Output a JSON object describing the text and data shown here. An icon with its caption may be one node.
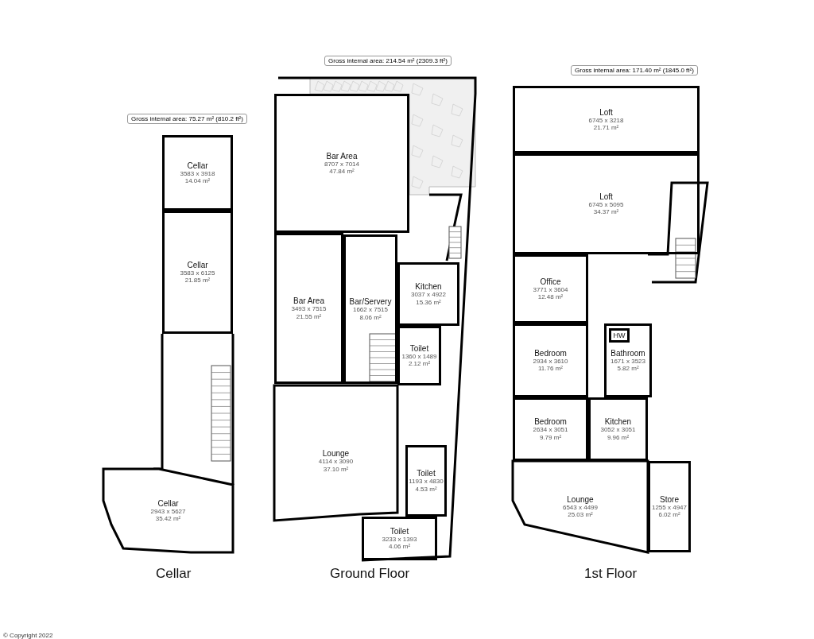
{
  "diagram": {
    "nodes": [
      {
        "text": [
          "Cellar",
          "3583 x 3918",
          "14.04 m²"
        ]
      },
      {
        "text": [
          "Cellar",
          "3583 x 6125",
          "21.85 m²"
        ]
      },
      {
        "text": [
          "Cellar",
          "2943 x 5627",
          "35.42 m²"
        ]
      },
      {
        "text": [
          "Bar Area",
          "8707 x 7014",
          "47.84 m²"
        ]
      },
      {
        "text": [
          "Bar Area",
          "3493 x 7515",
          "21.55 m²"
        ]
      },
      {
        "text": [
          "Bar/Servery",
          "1662 x 7515",
          "8.06 m²"
        ]
      },
      {
        "text": [
          "Kitchen",
          "3037 x 4922",
          "15.36 m²"
        ]
      },
      {
        "text": [
          "Toilet",
          "1360 x 1489",
          "2.12 m²"
        ]
      },
      {
        "text": [
          "Lounge",
          "4114 x 3090",
          "37.10 m²"
        ]
      },
      {
        "text": [
          "Toilet",
          "1193 x 4830",
          "4.53 m²"
        ]
      },
      {
        "text": [
          "Toilet",
          "3233 x 1393",
          "4.06 m²"
        ]
      },
      {
        "text": [
          "Loft",
          "6745 x 3218",
          "21.71 m²"
        ]
      },
      {
        "text": [
          "Loft",
          "6745 x 5095",
          "34.37 m²"
        ]
      },
      {
        "text": [
          "Office",
          "3771 x 3604",
          "12.48 m²"
        ]
      },
      {
        "text": [
          "Bedroom",
          "2934 x 3610",
          "11.76 m²"
        ]
      },
      {
        "text": [
          "HW"
        ],
        "in": 16
      },
      {
        "text": [
          "Bathroom",
          "1671 x 3523",
          "5.82 m²"
        ]
      },
      {
        "text": [
          "Bedroom",
          "2634 x 3051",
          "9.79 m²"
        ]
      },
      {
        "text": [
          "Kitchen",
          "3052 x 3051",
          "9.96 m²"
        ]
      },
      {
        "text": [
          "Lounge",
          "6543 x 4499",
          "25.03 m²"
        ]
      },
      {
        "text": [
          "Store",
          "1255 x 4947",
          "6.02 m²"
        ]
      }
    ],
    "labels": [
      "Gross internal area: 75.27 m² (810.2 ft²)",
      "Gross internal area: 214.54 m² (2309.3 ft²)",
      "Gross internal area: 171.40 m² (1845.0 ft²)",
      "Cellar",
      "Ground Floor",
      "1st Floor",
      "© Copyright 2022"
    ]
  }
}
